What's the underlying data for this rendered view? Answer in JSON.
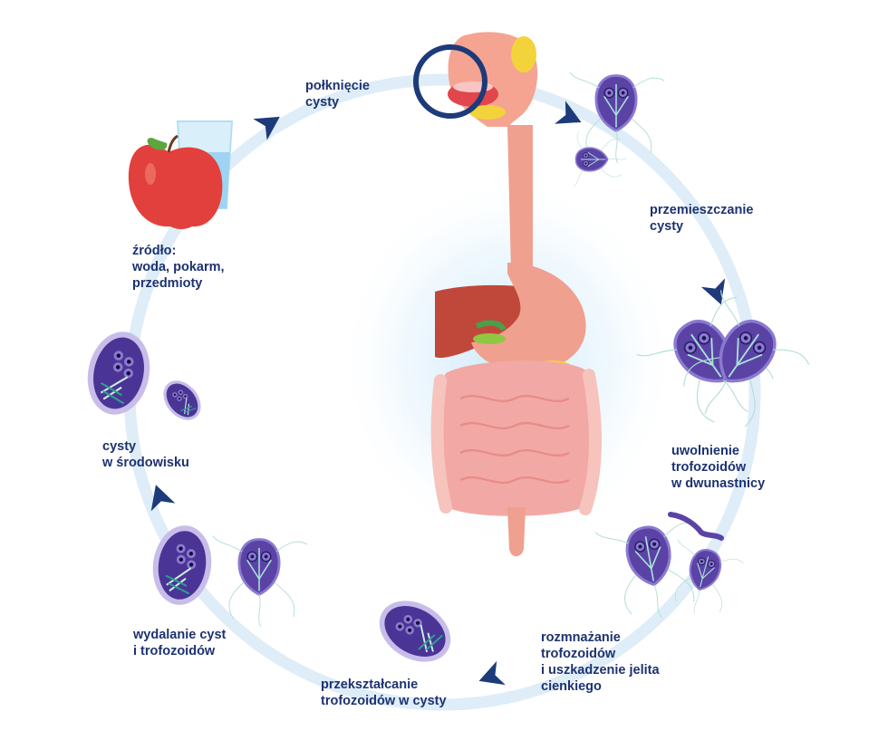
{
  "colors": {
    "cycle_ring": "#deedf8",
    "arrow": "#1d3a7a",
    "text": "#1d3270",
    "parasite_fill": "#5b43a6",
    "parasite_light": "#8b7ad0",
    "cyst_outer": "#c8bde9",
    "cyst_inner": "#4a3596",
    "highlight_circle": "#1d3a7a",
    "esophagus": "#f0a08e",
    "liver": "#c0483a",
    "intestine": "#f2a9a6",
    "apple": "#e2403c",
    "water": "#9fd3f2"
  },
  "icons": {
    "source": "apple-and-glass-icon",
    "digestive_system": "digestive-system-illustration",
    "organism": "giardia-trophozoite-icon",
    "cyst": "giardia-cyst-icon"
  },
  "stages": [
    {
      "id": "source",
      "lines": [
        "źródło:",
        "woda, pokarm,",
        "przedmioty"
      ]
    },
    {
      "id": "ingestion",
      "lines": [
        "połknięcie",
        "cysty"
      ]
    },
    {
      "id": "migration",
      "lines": [
        "przemieszczanie",
        "cysty"
      ]
    },
    {
      "id": "release",
      "lines": [
        "uwolnienie",
        "trofozoidów",
        "w dwunastnicy"
      ]
    },
    {
      "id": "multiplication",
      "lines": [
        "rozmnażanie",
        "trofozoidów",
        "i uszkadzenie jelita",
        "cienkiego"
      ]
    },
    {
      "id": "encystation",
      "lines": [
        "przekształcanie",
        "trofozoidów w cysty"
      ]
    },
    {
      "id": "excretion",
      "lines": [
        "wydalanie cyst",
        "i trofozoidów"
      ]
    },
    {
      "id": "environment",
      "lines": [
        "cysty",
        "w środowisku"
      ]
    }
  ]
}
